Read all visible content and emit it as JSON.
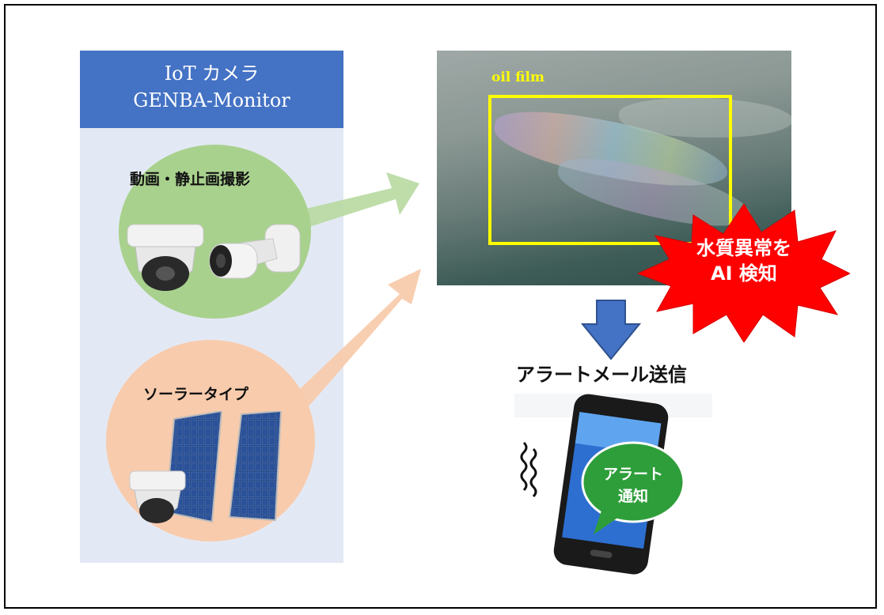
{
  "panel": {
    "title_line1": "IoT カメラ",
    "title_line2": "GENBA-Monitor"
  },
  "features": {
    "video_label": "動画・静止画撮影",
    "solar_label": "ソーラータイプ"
  },
  "detection": {
    "box_label": "oil film",
    "ai_line1": "水質異常を",
    "ai_line2": "AI 検知"
  },
  "alert": {
    "heading": "アラートメール送信",
    "bubble_line1": "アラート",
    "bubble_line2": "通知"
  },
  "colors": {
    "header_blue": "#4472c4",
    "panel_bg": "#e3e9f4",
    "green_circle": "#a9d18e",
    "orange_circle": "#f8cbad",
    "detect_yellow": "#ffff00",
    "starburst_red": "#ff0000",
    "bubble_green": "#2e9e3a",
    "arrow_blue": "#4472c4"
  },
  "icons": [
    "dome-camera-icon",
    "bullet-camera-icon",
    "solar-panel-icon",
    "smartphone-icon",
    "vibration-icon",
    "down-arrow-icon"
  ]
}
